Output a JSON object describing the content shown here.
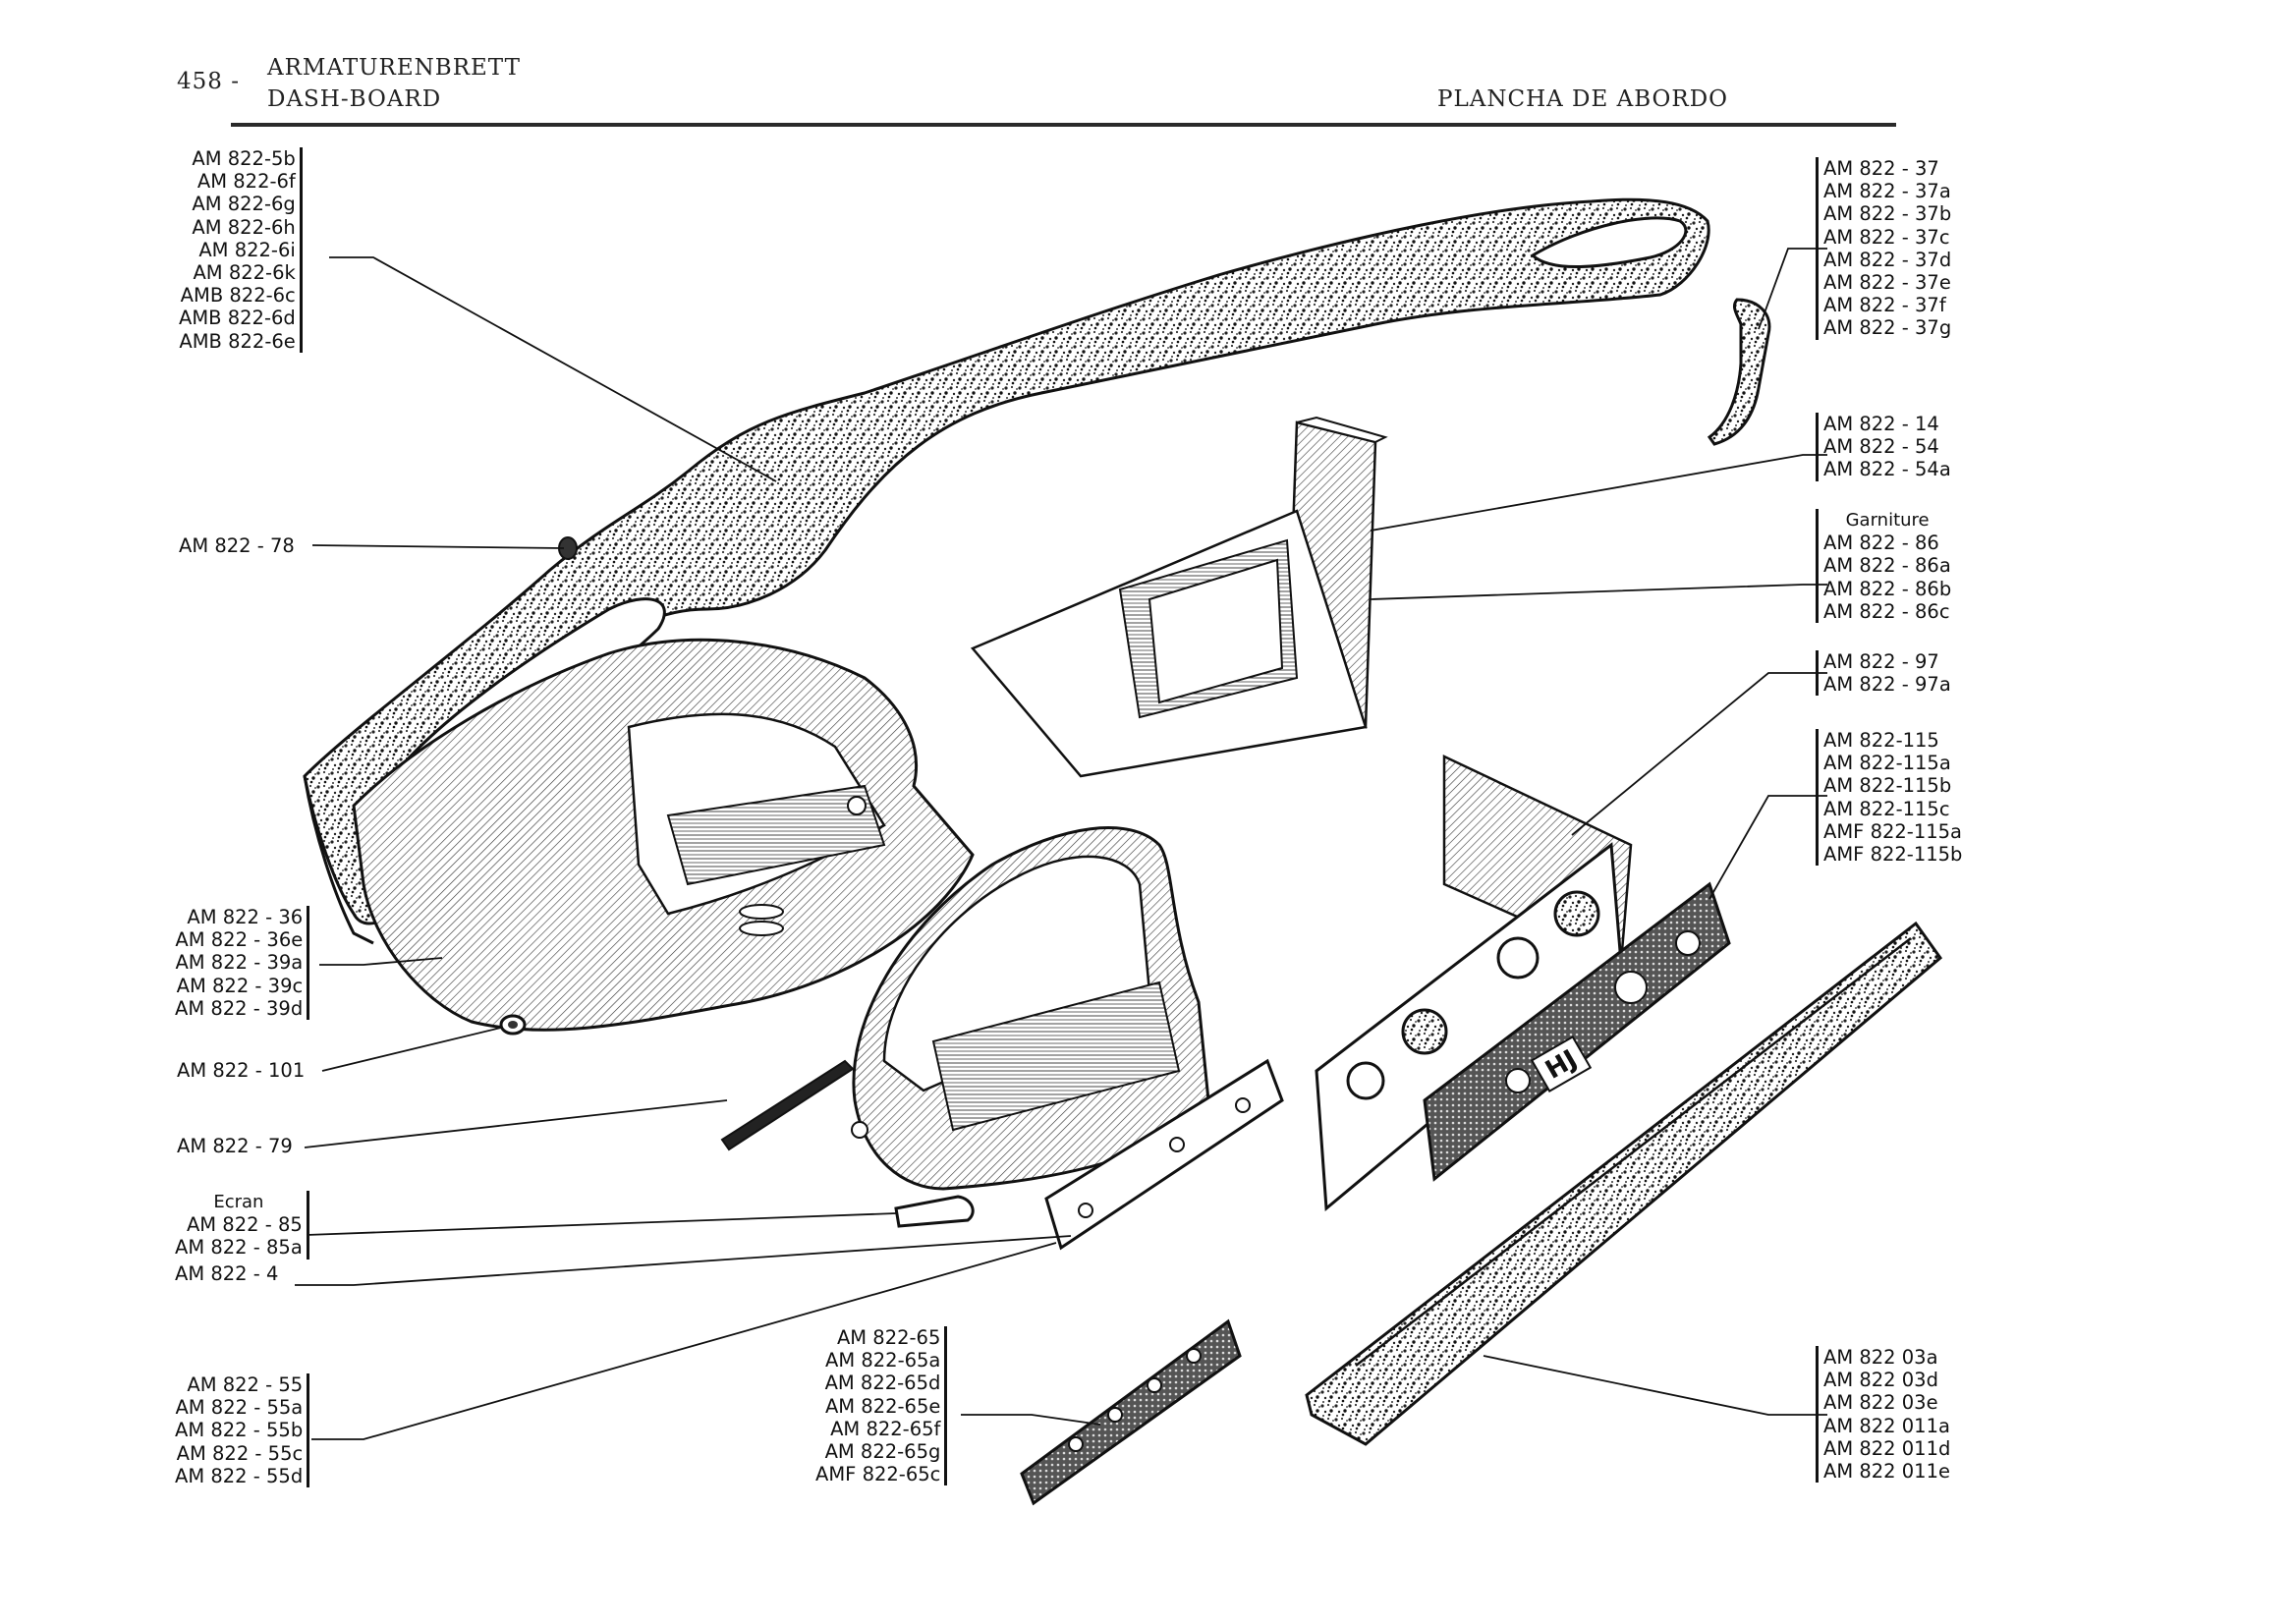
{
  "header": {
    "page_number": "458 -",
    "title_de": "ARMATURENBRETT",
    "title_en": "DASH-BOARD",
    "title_es": "PLANCHA DE ABORDO"
  },
  "callouts": {
    "g1": [
      "AM  822-5b",
      "AM  822-6f",
      "AM  822-6g",
      "AM  822-6h",
      "AM  822-6i",
      "AM  822-6k",
      "AMB 822-6c",
      "AMB 822-6d",
      "AMB 822-6e"
    ],
    "g2": [
      "AM 822 - 78"
    ],
    "g3": [
      "AM 822 - 36",
      "AM 822 - 36e",
      "AM 822 - 39a",
      "AM 822 - 39c",
      "AM 822 - 39d"
    ],
    "g4": [
      "AM 822 - 101"
    ],
    "g5": [
      "AM 822 - 79"
    ],
    "g6_title": "Ecran",
    "g6": [
      "AM 822 - 85",
      "AM 822 - 85a"
    ],
    "g7": [
      "AM 822 - 4"
    ],
    "g8": [
      "AM 822 - 55",
      "AM 822 - 55a",
      "AM 822 - 55b",
      "AM 822 - 55c",
      "AM 822 - 55d"
    ],
    "g9": [
      "AM  822-65",
      "AM  822-65a",
      "AM  822-65d",
      "AM  822-65e",
      "AM  822-65f",
      "AM  822-65g",
      "AMF 822-65c"
    ],
    "g10": [
      "AM 822 - 37",
      "AM 822 - 37a",
      "AM 822 - 37b",
      "AM 822 - 37c",
      "AM 822 - 37d",
      "AM 822 - 37e",
      "AM 822 - 37f",
      "AM 822 - 37g"
    ],
    "g11": [
      "AM 822 - 14",
      "AM 822 - 54",
      "AM 822 - 54a"
    ],
    "g12_title": "Garniture",
    "g12": [
      "AM 822 - 86",
      "AM 822 - 86a",
      "AM 822 - 86b",
      "AM 822 - 86c"
    ],
    "g13": [
      "AM 822 - 97",
      "AM 822 - 97a"
    ],
    "g14": [
      "AM  822-115",
      "AM  822-115a",
      "AM  822-115b",
      "AM  822-115c",
      "AMF 822-115a",
      "AMF 822-115b"
    ],
    "g15": [
      "AM 822  03a",
      "AM 822  03d",
      "AM 822  03e",
      "AM 822  011a",
      "AM 822  011d",
      "AM 822  011e"
    ]
  },
  "panel_badge": "HJ"
}
